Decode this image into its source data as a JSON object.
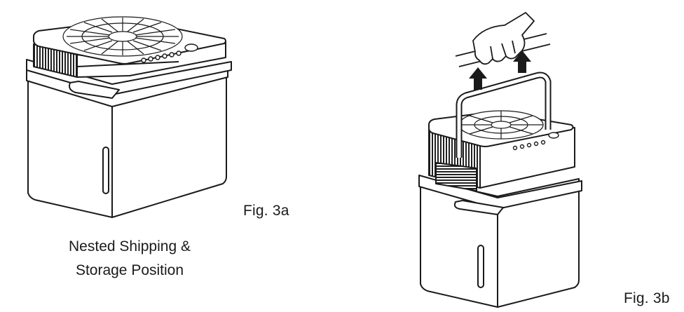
{
  "figure_a": {
    "label": "Fig. 3a",
    "caption_line1": "Nested Shipping &",
    "caption_line2": "Storage Position"
  },
  "figure_b": {
    "label": "Fig. 3b"
  }
}
